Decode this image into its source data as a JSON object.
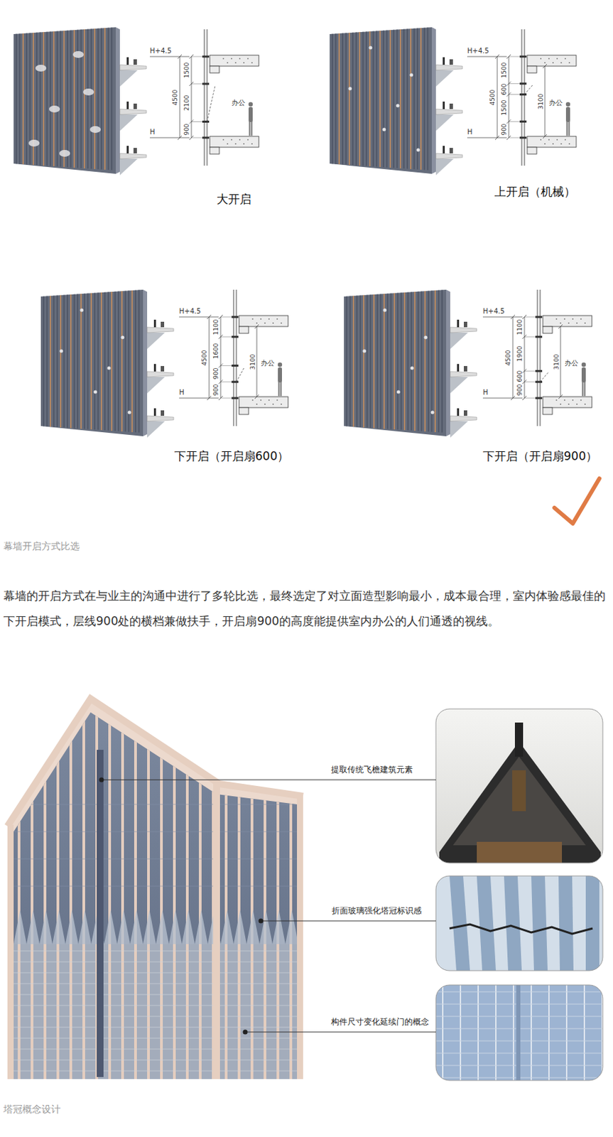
{
  "diagram": {
    "labels": [
      "H+4.5",
      "1500",
      "2100",
      "900",
      "4500",
      "H",
      "办公",
      "大开启",
      "H+4.5",
      "1500",
      "600",
      "1500",
      "900",
      "4500",
      "3100",
      "H",
      "办公",
      "上开启（机械）",
      "H+4.5",
      "1100",
      "1600",
      "900",
      "900",
      "4500",
      "3100",
      "H",
      "办公",
      "下开启（开启扇600）",
      "H+4.5",
      "1100",
      "1900",
      "600",
      "900",
      "4500",
      "3100",
      "H",
      "办公",
      "下开启（开启扇900）",
      "幕墙开启方式比选",
      "幕墙的开启方式在与业主的沟通中进行了多轮比选，最终选定了对立面造型影响最小，成本最合理，室内体验感最佳的下开启模式，层线900处的横档兼做扶手，开启扇900的高度能提供室内办公的人们通透的视线。",
      "提取传统飞檐建筑元素",
      "折面玻璃强化塔冠标识感",
      "构件尺寸变化延续门的概念",
      "塔冠概念设计"
    ]
  }
}
